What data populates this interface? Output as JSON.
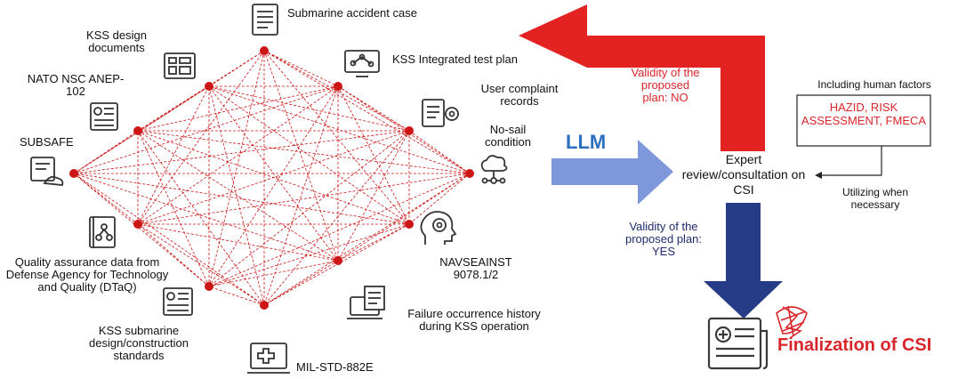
{
  "sources": {
    "submarine_accident_case": "Submarine accident case",
    "kss_design_documents": "KSS design documents",
    "kss_integrated_test_plan": "KSS Integrated test plan",
    "nato_nsc": "NATO NSC ANEP-102",
    "user_complaint_records": "User complaint records",
    "no_sail_condition": "No-sail condition",
    "subsafe": "SUBSAFE",
    "quality_assurance": "Quality assurance data from Defense Agency for Technology and Quality (DTaQ)",
    "navseainst": "NAVSEAINST 9078.1/2",
    "kss_standards": "KSS submarine design/construction standards",
    "failure_history": "Failure occurrence history during KSS operation",
    "mil_std": "MIL-STD-882E"
  },
  "flow": {
    "llm": "LLM",
    "expert_review": "Expert review/consultation on CSI",
    "validity_no": "Validity of the proposed plan: NO",
    "validity_yes": "Validity of the proposed plan: YES",
    "including_human_factors": "Including human factors",
    "methods": "HAZID, RISK ASSESSMENT, FMECA",
    "utilizing": "Utilizing when necessary",
    "finalization": "Finalization of CSI"
  },
  "colors": {
    "node_red": "#cc1616",
    "arrow_red": "#e32222",
    "arrow_blue": "#7f97db",
    "arrow_navy": "#263c86",
    "text_red": "#d8262b"
  },
  "icons": [
    "document-icon",
    "design-doc-icon",
    "monitor-network-icon",
    "newspaper-icon",
    "complaint-gear-icon",
    "cloud-network-icon",
    "subsafe-icon",
    "book-network-icon",
    "head-gear-icon",
    "newspaper-icon",
    "laptop-document-icon",
    "medical-laptop-icon",
    "newspaper-icon",
    "stamp-icon"
  ]
}
